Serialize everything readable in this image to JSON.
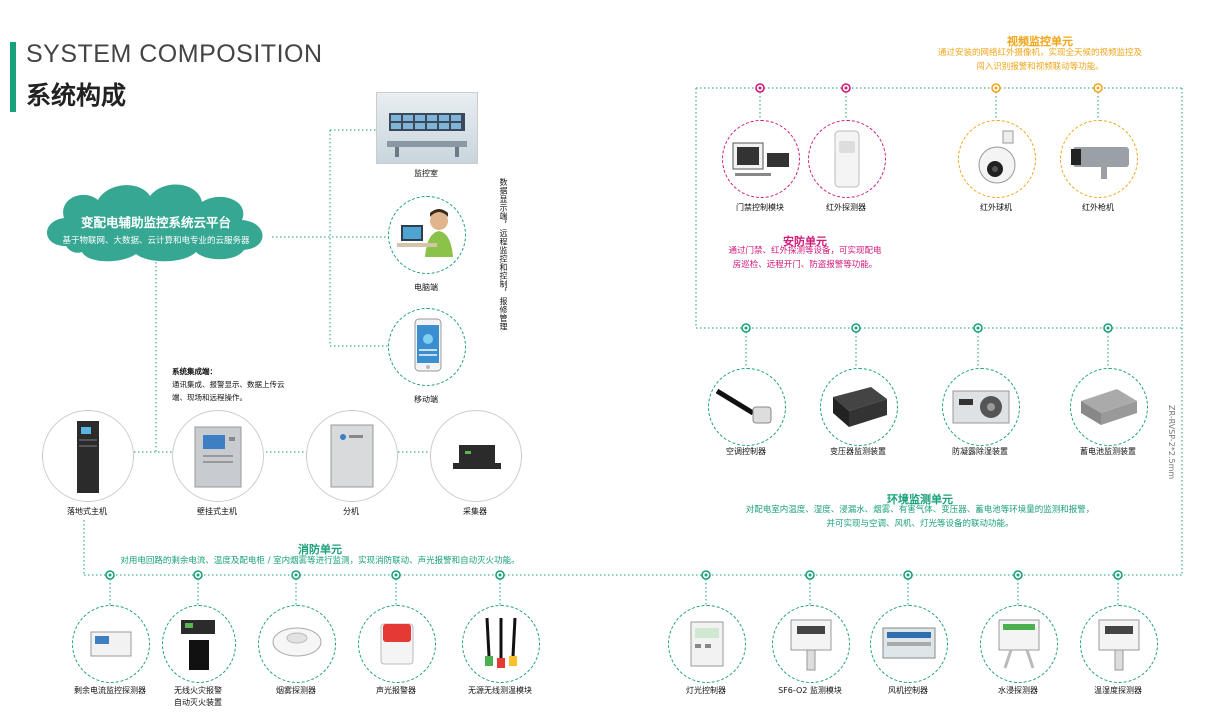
{
  "header": {
    "en_title": "SYSTEM COMPOSITION",
    "cn_title": "系统构成"
  },
  "cloud": {
    "title": "变配电辅助监控系统云平台",
    "subtitle": "基于物联网、大数据、云计算和电专业的云服务器"
  },
  "terminals": {
    "monitor_room": "监控室",
    "pc": "电脑端",
    "mobile": "移动端",
    "vertical_note": "数据显示端，远程监控和控制，报修管理"
  },
  "integration_note": {
    "title": "系统集成端：",
    "line1": "通讯集成、报警显示、数据上传云",
    "line2": "端、现场和远程操作。"
  },
  "hosts": {
    "floor": "落地式主机",
    "wall": "壁挂式主机",
    "sub": "分机",
    "collector": "采集器"
  },
  "video_unit": {
    "title": "视频监控单元",
    "line1": "通过安装的网络红外摄像机，实现全天候的视频监控及",
    "line2": "闯入识别报警和视频联动等功能。"
  },
  "security_unit": {
    "title": "安防单元",
    "line1": "通过门禁、红外探测等设备，可实现配电",
    "line2": "房巡检、远程开门、防盗报警等功能。"
  },
  "security_devices": {
    "access": "门禁控制模块",
    "infrared": "红外探测器",
    "dome": "红外球机",
    "bullet": "红外枪机"
  },
  "env_devices": {
    "ac": "空调控制器",
    "transformer": "变压器监测装置",
    "dehumid": "防凝露除湿装置",
    "battery": "蓄电池监测装置"
  },
  "env_unit": {
    "title": "环境监测单元",
    "line1": "对配电室内温度、湿度、浸漏水、烟雾、有害气体、变压器、蓄电池等环境量的监测和报警，",
    "line2": "并可实现与空调、风机、灯光等设备的联动功能。"
  },
  "fire_unit": {
    "title": "消防单元",
    "line1": "对用电回路的剩余电流、温度及配电柜 / 室内烟雾等进行监测，实现消防联动、声光报警和自动灭火功能。"
  },
  "fire_devices": {
    "residual": "剩余电流监控探测器",
    "extinguish_1": "无线火灾报警",
    "extinguish_2": "自动灭火装置",
    "smoke": "烟雾探测器",
    "alarm": "声光报警器",
    "wireless_temp": "无源无线测温模块"
  },
  "bottom_env_devices": {
    "light": "灯光控制器",
    "sf6": "SF6-O2 监测模块",
    "fan": "风机控制器",
    "water": "水浸探测器",
    "temp_hum": "温湿度探测器"
  },
  "cable_code": "ZR-RVSP-2*2.5mm",
  "colors": {
    "teal": "#1aa07a",
    "magenta": "#d0197a",
    "orange": "#f0a51a",
    "cloud": "#35a792"
  }
}
